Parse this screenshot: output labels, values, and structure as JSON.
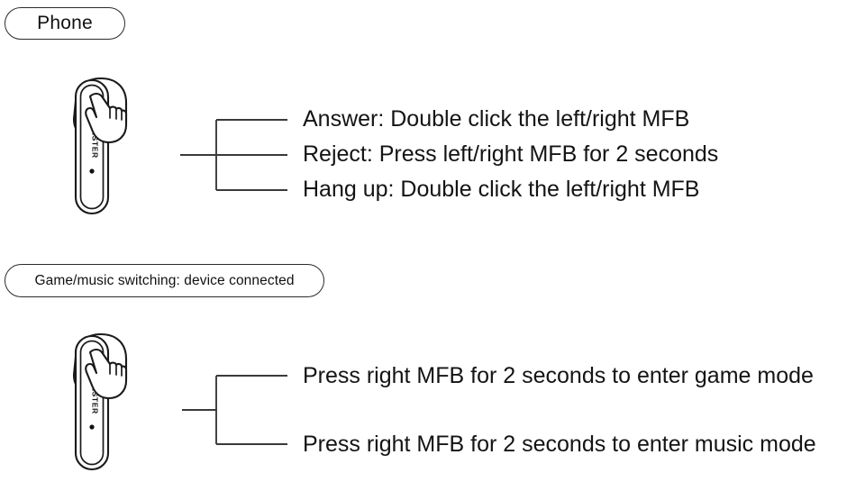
{
  "diagram": {
    "title_visible": false,
    "sections": [
      {
        "id": "phone",
        "badge": {
          "label": "Phone"
        },
        "device": {
          "name": "earbud-illustration",
          "brand_text": "MONSTER",
          "gesture": "finger-tap"
        },
        "connector": {
          "type": "bracket",
          "branches": 3
        },
        "instructions": [
          "Answer: Double click the left/right MFB",
          "Reject: Press left/right MFB for 2 seconds",
          "Hang up: Double click the left/right MFB"
        ]
      },
      {
        "id": "game-music",
        "badge": {
          "label": "Game/music switching: device connected"
        },
        "device": {
          "name": "earbud-illustration",
          "brand_text": "MONSTER",
          "gesture": "finger-tap"
        },
        "connector": {
          "type": "bracket",
          "branches": 2
        },
        "instructions": [
          "Press right MFB for 2 seconds to enter game mode",
          "Press right MFB for 2 seconds to enter music mode"
        ]
      }
    ]
  },
  "colors": {
    "stroke": "#2b2b2b",
    "text": "#141414",
    "background": "#ffffff"
  }
}
